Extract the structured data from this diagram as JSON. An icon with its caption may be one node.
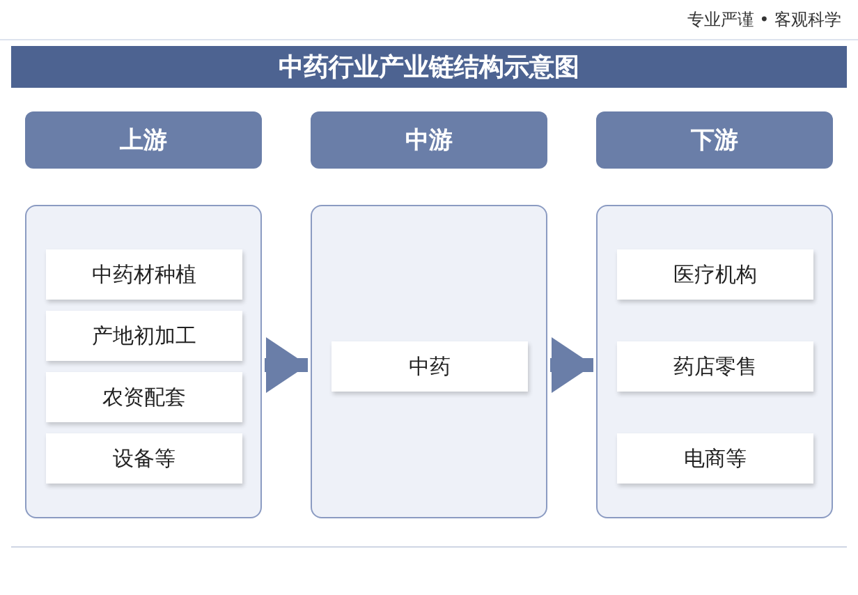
{
  "diagram": {
    "title": "中药行业产业链结构示意图",
    "nodes": [
      {
        "text": [
          "上游"
        ]
      },
      {
        "text": [
          "中游"
        ]
      },
      {
        "text": [
          "下游"
        ]
      },
      {
        "text": [],
        "shape": "box"
      },
      {
        "text": [
          "中药材种植"
        ],
        "in": 3
      },
      {
        "text": [
          "产地初加工"
        ],
        "in": 3
      },
      {
        "text": [
          "农资配套"
        ],
        "in": 3
      },
      {
        "text": [
          "设备等"
        ],
        "in": 3
      },
      {
        "text": [],
        "shape": "box"
      },
      {
        "text": [
          "中药"
        ],
        "in": 8
      },
      {
        "text": [],
        "shape": "box"
      },
      {
        "text": [
          "医疗机构"
        ],
        "in": 10
      },
      {
        "text": [
          "药店零售"
        ],
        "in": 10
      },
      {
        "text": [
          "电商等"
        ],
        "in": 10
      }
    ],
    "edges": [
      {
        "from": 3,
        "to": 8,
        "arrow": "to"
      },
      {
        "from": 8,
        "to": 10,
        "arrow": "to"
      }
    ],
    "labels": [
      "专业严谨 • 客观科学"
    ]
  }
}
